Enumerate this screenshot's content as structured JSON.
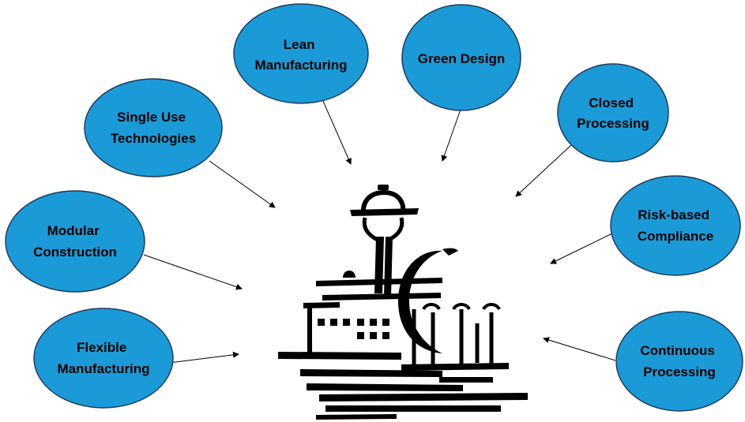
{
  "nodes": [
    {
      "id": "lean-manufacturing",
      "lines": [
        "Lean",
        "Manufacturing"
      ]
    },
    {
      "id": "green-design",
      "lines": [
        "Green Design"
      ]
    },
    {
      "id": "single-use-technologies",
      "lines": [
        "Single Use",
        "Technologies"
      ]
    },
    {
      "id": "closed-processing",
      "lines": [
        "Closed",
        "Processing"
      ]
    },
    {
      "id": "modular-construction",
      "lines": [
        "Modular",
        "Construction"
      ]
    },
    {
      "id": "risk-based-compliance",
      "lines": [
        "Risk-based",
        "Compliance"
      ]
    },
    {
      "id": "flexible-manufacturing",
      "lines": [
        "Flexible",
        "Manufacturing"
      ]
    },
    {
      "id": "continuous-processing",
      "lines": [
        "Continuous",
        "Processing"
      ]
    }
  ],
  "center_icon": "factory-icon",
  "colors": {
    "node_fill": "#1a9bd7",
    "node_stroke": "#1f3a5f",
    "text": "#000000",
    "arrow": "#000000"
  }
}
